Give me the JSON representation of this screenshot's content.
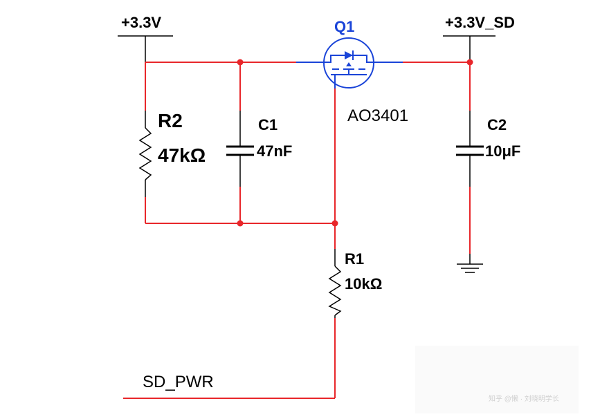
{
  "colors": {
    "wire": "#e8262a",
    "component": "#000000",
    "mosfet": "#1a44d8",
    "junction": "#e8262a"
  },
  "power_rails": {
    "input_rail": "+3.3V",
    "output_rail": "+3.3V_SD"
  },
  "components": {
    "q1": {
      "designator": "Q1",
      "part": "AO3401"
    },
    "r2": {
      "designator": "R2",
      "value": "47kΩ"
    },
    "c1": {
      "designator": "C1",
      "value": "47nF"
    },
    "c2": {
      "designator": "C2",
      "value": "10μF"
    },
    "r1": {
      "designator": "R1",
      "value": "10kΩ"
    }
  },
  "nets": {
    "control": "SD_PWR"
  },
  "watermark": {
    "text": "知乎 @懒 · 刘晓明学长"
  }
}
